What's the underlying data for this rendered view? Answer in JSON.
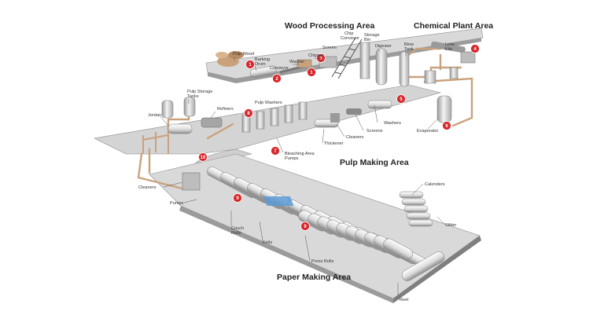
{
  "areas": {
    "wood": "Wood Processing Area",
    "chemical": "Chemical Plant Area",
    "pulp": "Pulp Making Area",
    "paper": "Paper Making Area"
  },
  "labels": {
    "pulp_wood": "Pulp Wood",
    "barking_drum_1": "Barking",
    "barking_drum_2": "Drum",
    "conveyor": "Conveyor",
    "washer": "Washer",
    "chipper": "Chipper",
    "screen": "Screen",
    "chip_conveyor_1": "Chip",
    "chip_conveyor_2": "Conveyor",
    "storage_bin_1": "Storage",
    "storage_bin_2": "Bin",
    "digester": "Digester",
    "blow_tank_1": "Blow",
    "blow_tank_2": "Tank",
    "lime_kiln_1": "Lime",
    "lime_kiln_2": "Kiln",
    "evaporator": "Evaporator",
    "pulp_storage_1": "Pulp Storage",
    "pulp_storage_2": "Tanks",
    "refiners": "Refiners",
    "jordan": "Jordan",
    "pulp_washers": "Pulp Washers",
    "washers": "Washers",
    "screens": "Screens",
    "cleaners_pulp": "Cleaners",
    "thickener": "Thickener",
    "bleaching_1": "Bleaching Area",
    "bleaching_2": "Pumps",
    "cleaners_paper": "Cleaners",
    "pumps": "Pumps",
    "couch_1": "Couch",
    "couch_2": "Rolls",
    "felts": "Felts",
    "press_rolls": "Press Rolls",
    "calenders": "Calenders",
    "slitter": "Slitter",
    "reel": "Reel"
  },
  "badges": [
    "1",
    "2",
    "1",
    "3",
    "4",
    "5",
    "6",
    "7",
    "8",
    "9",
    "9",
    "10"
  ],
  "colors": {
    "platform": "#d9d9d9",
    "platform_edge": "#8c8c8c",
    "pipe": "#c9a27c",
    "badge": "#d7262b",
    "machine": "#eeeeee",
    "machine_dark": "#9a9a9a",
    "water": "#5b9bd5"
  }
}
